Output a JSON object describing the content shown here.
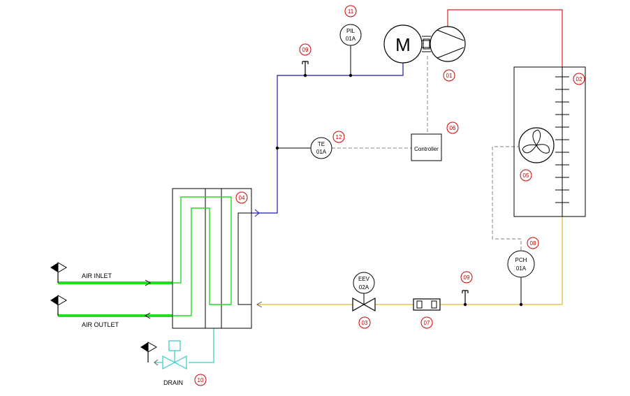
{
  "labels": {
    "air_inlet": "AIR INLET",
    "air_outlet": "AIR OUTLET",
    "drain": "DRAIN",
    "controller": "Controller",
    "motor": "M"
  },
  "instruments": {
    "pil": {
      "line1": "PIL",
      "line2": "01A"
    },
    "te": {
      "line1": "TE",
      "line2": "01A"
    },
    "eev": {
      "line1": "EEV",
      "line2": "02A"
    },
    "pch": {
      "line1": "PCH",
      "line2": "01A"
    }
  },
  "tags": {
    "compressor": "01",
    "condenser": "02",
    "eev": "03",
    "evaporator": "04",
    "fan": "05",
    "controller": "06",
    "filter_drier": "07",
    "pch": "08",
    "port_suction": "09",
    "port_liquid": "09",
    "drain_valve": "10",
    "pil": "11",
    "te": "12"
  },
  "colors": {
    "discharge_line": "#e02020",
    "suction_line": "#1a1aa8",
    "liquid_line": "#e6b830",
    "air_line": "#22dd22",
    "drain_line": "#33cccc",
    "signal_line": "#999999",
    "tag_circle": "#d00000"
  }
}
